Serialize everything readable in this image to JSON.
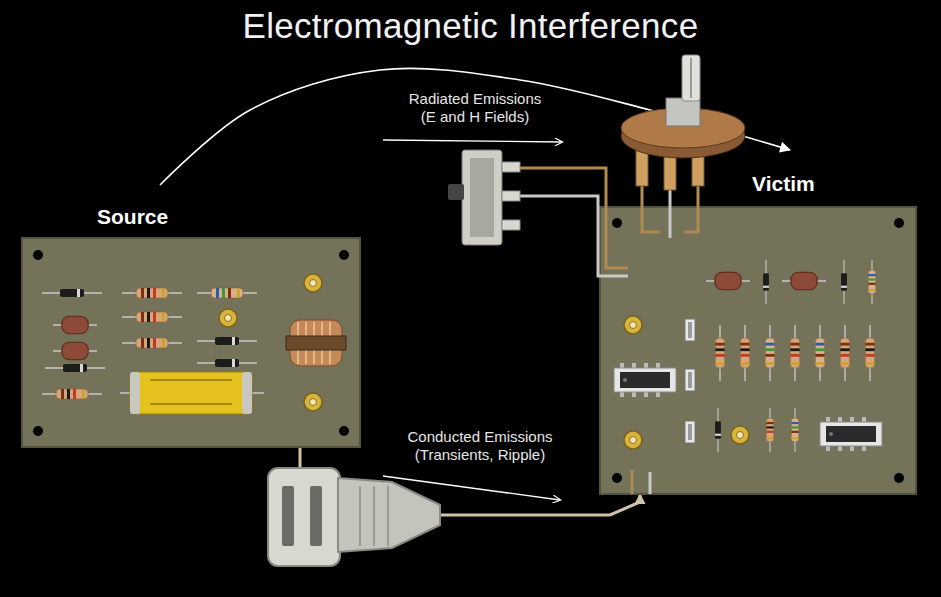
{
  "diagram": {
    "title": "Electromagnetic Interference",
    "nodes": [
      {
        "text": [
          "Source"
        ]
      },
      {
        "text": [
          "Victim"
        ]
      }
    ],
    "edges": [
      {
        "from": 0,
        "to": 1,
        "arrow": "to",
        "label": "Radiated Emissions (E and H Fields)"
      },
      {
        "from": 0,
        "to": 1,
        "arrow": "to",
        "label": "Conducted Emissions (Transients, Ripple)"
      }
    ]
  }
}
